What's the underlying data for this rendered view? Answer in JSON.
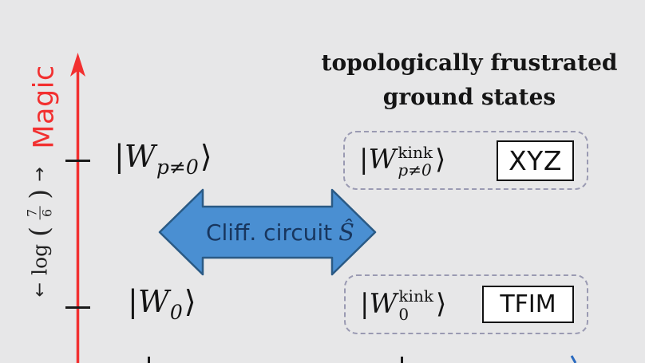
{
  "theme": {
    "background": "#e7e7e8",
    "axis_red": "#f23030",
    "tick_black": "#1a1a1a",
    "arrow_fill": "#4a8fd2",
    "arrow_stroke": "#2a5a85",
    "arrow_text": "#18365e",
    "dashed_border": "#9a9ab2",
    "box_bg": "#ffffff",
    "text_black": "#1a1a1a",
    "partial_blue": "#2a6abf"
  },
  "axis": {
    "label": "Magic",
    "span": {
      "start_arrow": "←",
      "log": "log",
      "open_paren": "(",
      "numerator": "7",
      "denominator": "6",
      "close_paren": ")",
      "end_arrow": "→"
    }
  },
  "heading": {
    "line1": "topologically frustrated",
    "line2": "ground states"
  },
  "kets": {
    "left_top": {
      "open": "|",
      "letter": "W",
      "sub": "p≠0",
      "close": "⟩"
    },
    "left_bottom": {
      "open": "|",
      "letter": "W",
      "sub": "0",
      "close": "⟩"
    },
    "right_top": {
      "open": "|",
      "letter": "W",
      "sup": "kink",
      "sub": "p≠0",
      "close": "⟩"
    },
    "right_bottom": {
      "open": "|",
      "letter": "W",
      "sup": "kink",
      "sub": "0",
      "close": "⟩"
    }
  },
  "clifford_arrow": {
    "label": "Cliff. circuit",
    "operator": "Ŝ"
  },
  "model_boxes": {
    "top": "XYZ",
    "bottom": "TFIM"
  }
}
